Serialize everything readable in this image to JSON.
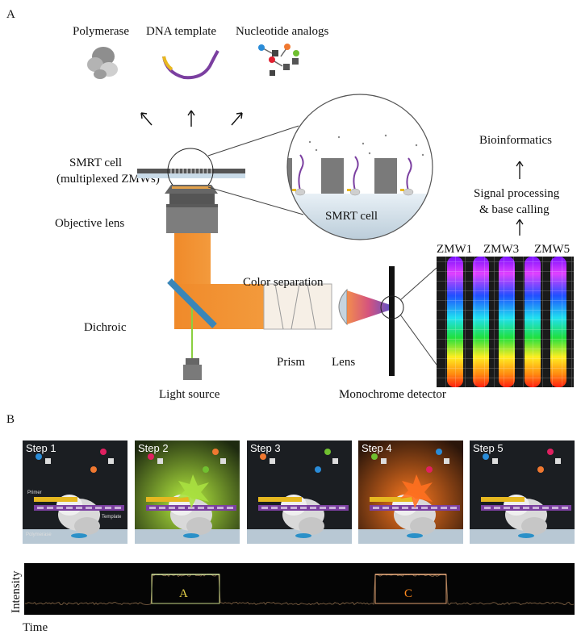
{
  "panel_a": {
    "label": "A",
    "components": {
      "polymerase": "Polymerase",
      "dna_template": "DNA template",
      "nucleotide_analogs": "Nucleotide analogs"
    },
    "smrt_cell_label_line1": "SMRT cell",
    "smrt_cell_label_line2": "(multiplexed ZMWs)",
    "objective_lens": "Objective lens",
    "dichroic": "Dichroic",
    "light_source": "Light source",
    "color_separation": "Color separation",
    "prism": "Prism",
    "lens": "Lens",
    "monochrome_detector": "Monochrome detector",
    "zoom_smrt_cell": "SMRT cell",
    "bioinformatics": "Bioinformatics",
    "signal_processing_line1": "Signal processing",
    "signal_processing_line2": "& base calling",
    "zmw_labels": [
      "ZMW1",
      "ZMW3",
      "ZMW5"
    ]
  },
  "panel_b": {
    "label": "B",
    "steps": [
      "Step 1",
      "Step 2",
      "Step 3",
      "Step 4",
      "Step 5"
    ],
    "primer": "Primer",
    "template": "Template",
    "polymerase": "Polymerase",
    "y_axis": "Intensity",
    "x_axis": "Time",
    "pulses": [
      {
        "base": "A",
        "color": "#e8d44a"
      },
      {
        "base": "C",
        "color": "#ff8a1e"
      }
    ]
  }
}
